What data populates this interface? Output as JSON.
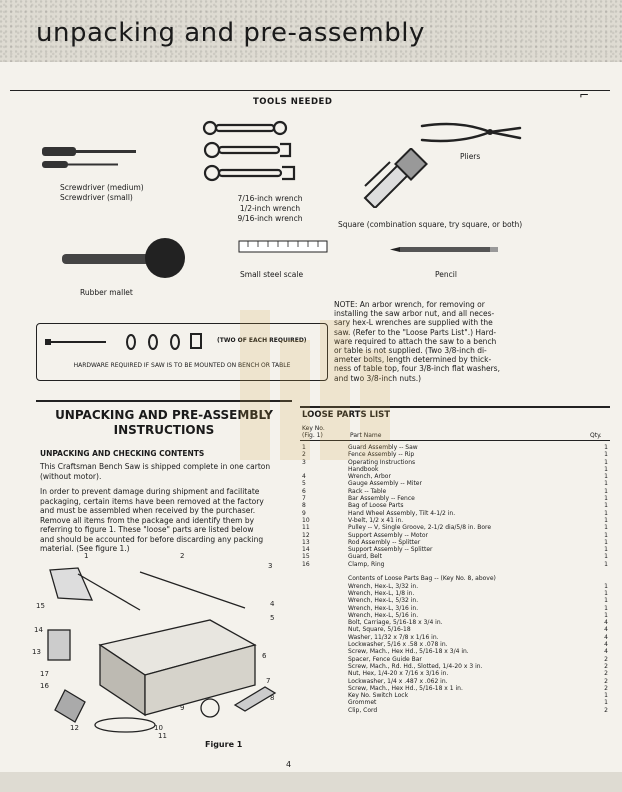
{
  "header": {
    "title": "unpacking and pre-assembly"
  },
  "tools": {
    "heading": "TOOLS NEEDED",
    "screwdriver_captions": [
      "Screwdriver (medium)",
      "Screwdriver (small)"
    ],
    "wrench_captions": [
      "7/16-inch wrench",
      "1/2-inch wrench",
      "9/16-inch wrench"
    ],
    "pliers_caption": "Pliers",
    "square_caption": "Square (combination square, try square, or both)",
    "mallet_caption": "Rubber mallet",
    "scale_caption": "Small steel scale",
    "pencil_caption": "Pencil"
  },
  "hardware": {
    "box_label": "(TWO OF EACH REQUIRED)",
    "caption": "HARDWARE REQUIRED IF SAW IS TO BE MOUNTED ON BENCH OR TABLE"
  },
  "note": {
    "lines": [
      "NOTE: An arbor wrench, for removing or",
      "installing the saw arbor nut, and all neces-",
      "sary hex-L wrenches are supplied with the",
      "saw. (Refer to the \"Loose Parts List\".) Hard-",
      "ware required to attach the saw to a bench",
      "or table is not supplied. (Two 3/8-inch di-",
      "ameter bolts, length determined by thick-",
      "ness of table top, four 3/8-inch flat washers,",
      "and two 3/8-inch nuts.)"
    ]
  },
  "instructions": {
    "title_line1": "UNPACKING AND PRE-ASSEMBLY",
    "title_line2": "INSTRUCTIONS",
    "subheading": "UNPACKING AND CHECKING CONTENTS",
    "para1": [
      "This Craftsman Bench Saw is shipped complete in one carton",
      "(without motor)."
    ],
    "para2": [
      "In order to prevent damage during shipment and facilitate",
      "packaging, certain items have been removed at the factory",
      "and must be assembled when received by the purchaser.",
      "Remove all items from the package and identify them by",
      "referring to figure 1. These \"loose\" parts are listed below",
      "and should be accounted for before discarding any packing",
      "material. (See figure 1.)"
    ],
    "figure_caption": "Figure 1",
    "callouts": [
      "1",
      "2",
      "3",
      "4",
      "5",
      "6",
      "7",
      "8",
      "9",
      "10",
      "11",
      "12",
      "13",
      "14",
      "15",
      "16",
      "17"
    ]
  },
  "loose_parts": {
    "title": "LOOSE PARTS LIST",
    "col_key": "Key No.",
    "col_key2": "(Fig. 1)",
    "col_name": "Part Name",
    "col_qty": "Qty.",
    "rows": [
      {
        "key": "1",
        "name": "Guard Assembly -- Saw",
        "qty": "1"
      },
      {
        "key": "2",
        "name": "Fence Assembly -- Rip",
        "qty": "1"
      },
      {
        "key": "3",
        "name": "Operating Instructions",
        "qty": "1"
      },
      {
        "key": "",
        "name": "Handbook",
        "qty": "1"
      },
      {
        "key": "4",
        "name": "Wrench, Arbor",
        "qty": "1"
      },
      {
        "key": "5",
        "name": "Gauge Assembly -- Miter",
        "qty": "1"
      },
      {
        "key": "6",
        "name": "Rack -- Table",
        "qty": "1"
      },
      {
        "key": "7",
        "name": "Bar Assembly -- Fence",
        "qty": "1"
      },
      {
        "key": "8",
        "name": "Bag of Loose Parts",
        "qty": "1"
      },
      {
        "key": "9",
        "name": "Hand Wheel Assembly, Tilt 4-1/2 in.",
        "qty": "1"
      },
      {
        "key": "10",
        "name": "V-belt, 1/2 x 41 in.",
        "qty": "1"
      },
      {
        "key": "11",
        "name": "Pulley -- V, Single Groove, 2-1/2 dia/5/8 in. Bore",
        "qty": "1"
      },
      {
        "key": "12",
        "name": "Support Assembly -- Motor",
        "qty": "1"
      },
      {
        "key": "13",
        "name": "Rod Assembly -- Splitter",
        "qty": "1"
      },
      {
        "key": "14",
        "name": "Support Assembly -- Splitter",
        "qty": "1"
      },
      {
        "key": "15",
        "name": "Guard, Belt",
        "qty": "1"
      },
      {
        "key": "16",
        "name": "Clamp, Ring",
        "qty": "1"
      },
      {
        "key": "",
        "name": "",
        "qty": ""
      },
      {
        "key": "",
        "name": "Contents of Loose Parts Bag -- (Key No. 8, above)",
        "qty": ""
      },
      {
        "key": "",
        "name": "Wrench, Hex-L, 3/32 in.",
        "qty": "1"
      },
      {
        "key": "",
        "name": "Wrench, Hex-L, 1/8 in.",
        "qty": "1"
      },
      {
        "key": "",
        "name": "Wrench, Hex-L, 5/32 in.",
        "qty": "1"
      },
      {
        "key": "",
        "name": "Wrench, Hex-L, 3/16 in.",
        "qty": "1"
      },
      {
        "key": "",
        "name": "Wrench, Hex-L, 5/16 in.",
        "qty": "1"
      },
      {
        "key": "",
        "name": "Bolt, Carriage, 5/16-18 x 3/4 in.",
        "qty": "4"
      },
      {
        "key": "",
        "name": "Nut, Square, 5/16-18",
        "qty": "4"
      },
      {
        "key": "",
        "name": "Washer, 11/32 x 7/8 x 1/16 in.",
        "qty": "4"
      },
      {
        "key": "",
        "name": "Lockwasher, 5/16 x .58 x .078 in.",
        "qty": "4"
      },
      {
        "key": "",
        "name": "Screw, Mach., Hex Hd., 5/16-18 x 3/4 in.",
        "qty": "4"
      },
      {
        "key": "",
        "name": "Spacer, Fence Guide Bar",
        "qty": "2"
      },
      {
        "key": "",
        "name": "Screw, Mach., Rd. Hd., Slotted, 1/4-20 x 3 in.",
        "qty": "2"
      },
      {
        "key": "",
        "name": "Nut, Hex, 1/4-20 x 7/16 x 3/16 in.",
        "qty": "2"
      },
      {
        "key": "",
        "name": "Lockwasher, 1/4 x .487 x .062 in.",
        "qty": "2"
      },
      {
        "key": "",
        "name": "Screw, Mach., Hex Hd., 5/16-18 x 1 in.",
        "qty": "2"
      },
      {
        "key": "",
        "name": "Key No. Switch Lock",
        "qty": "1"
      },
      {
        "key": "",
        "name": "Grommet",
        "qty": "1"
      },
      {
        "key": "",
        "name": "Clip, Cord",
        "qty": "2"
      }
    ]
  },
  "page_number": "4"
}
